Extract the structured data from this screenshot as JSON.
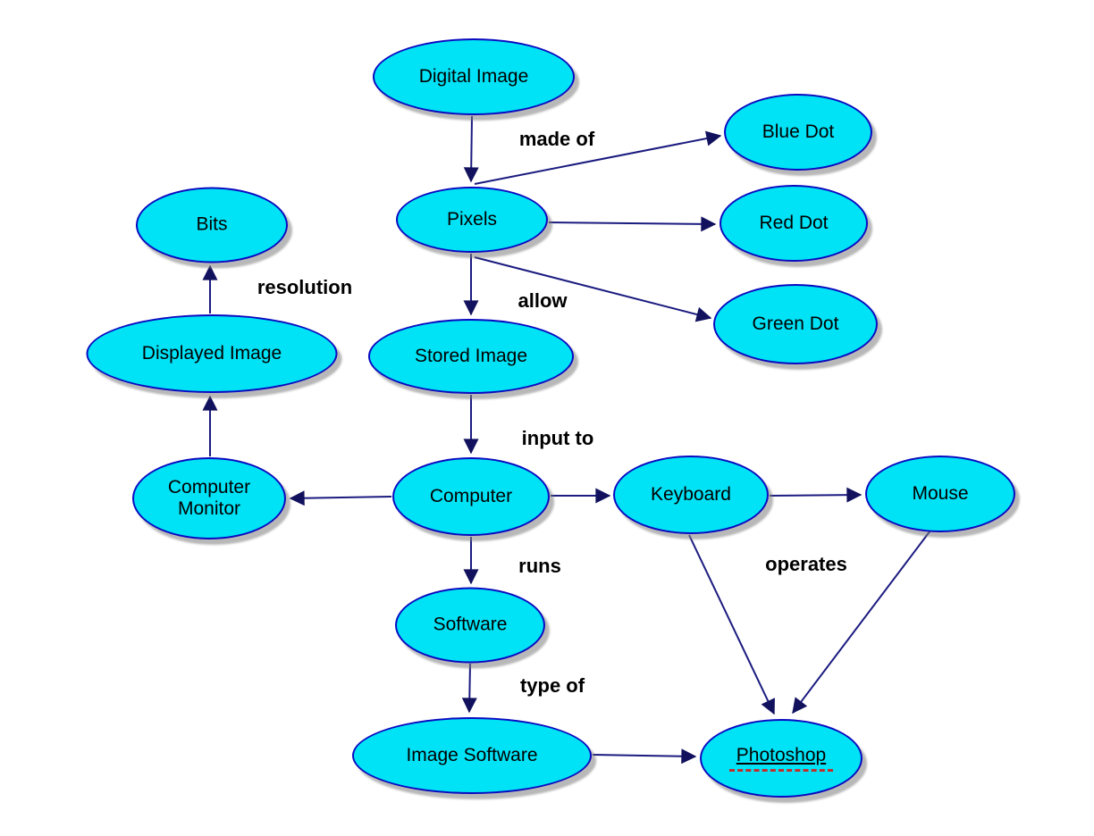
{
  "colors": {
    "node_fill": "#00e2f6",
    "node_border": "#0a0ac0",
    "edge": "#1b1b80",
    "arrowhead": "#11115e",
    "label_text": "#000000",
    "misspell_underline": "#c03030",
    "background": "#ffffff"
  },
  "nodes": [
    {
      "id": "digital-image",
      "label": "Digital Image"
    },
    {
      "id": "pixels",
      "label": "Pixels"
    },
    {
      "id": "blue-dot",
      "label": "Blue Dot"
    },
    {
      "id": "red-dot",
      "label": "Red Dot"
    },
    {
      "id": "green-dot",
      "label": "Green Dot"
    },
    {
      "id": "bits",
      "label": "Bits"
    },
    {
      "id": "displayed-image",
      "label": "Displayed Image"
    },
    {
      "id": "stored-image",
      "label": "Stored Image"
    },
    {
      "id": "computer-monitor",
      "label": "Computer Monitor"
    },
    {
      "id": "computer",
      "label": "Computer"
    },
    {
      "id": "keyboard",
      "label": "Keyboard"
    },
    {
      "id": "mouse",
      "label": "Mouse"
    },
    {
      "id": "software",
      "label": "Software"
    },
    {
      "id": "image-software",
      "label": "Image Software"
    },
    {
      "id": "photoshop",
      "label": "Photoshop"
    }
  ],
  "labels": {
    "made_of": "made of",
    "resolution": "resolution",
    "allow": "allow",
    "input_to": "input to",
    "runs": "runs",
    "operates": "operates",
    "type_of": "type of"
  },
  "relations": [
    {
      "from": "Digital Image",
      "to": "Pixels",
      "label": "made of"
    },
    {
      "from": "Pixels",
      "to": "Blue Dot",
      "label": ""
    },
    {
      "from": "Pixels",
      "to": "Red Dot",
      "label": ""
    },
    {
      "from": "Pixels",
      "to": "Green Dot",
      "label": ""
    },
    {
      "from": "Pixels",
      "to": "Stored Image",
      "label": "allow"
    },
    {
      "from": "Stored Image",
      "to": "Computer",
      "label": "input to"
    },
    {
      "from": "Computer",
      "to": "Computer Monitor",
      "label": ""
    },
    {
      "from": "Computer Monitor",
      "to": "Displayed Image",
      "label": ""
    },
    {
      "from": "Displayed Image",
      "to": "Bits",
      "label": "resolution"
    },
    {
      "from": "Computer",
      "to": "Keyboard",
      "label": ""
    },
    {
      "from": "Keyboard",
      "to": "Mouse",
      "label": ""
    },
    {
      "from": "Computer",
      "to": "Software",
      "label": "runs"
    },
    {
      "from": "Software",
      "to": "Image Software",
      "label": "type of"
    },
    {
      "from": "Image Software",
      "to": "Photoshop",
      "label": ""
    },
    {
      "from": "Keyboard",
      "to": "Photoshop",
      "label": "operates"
    },
    {
      "from": "Mouse",
      "to": "Photoshop",
      "label": "operates"
    }
  ]
}
